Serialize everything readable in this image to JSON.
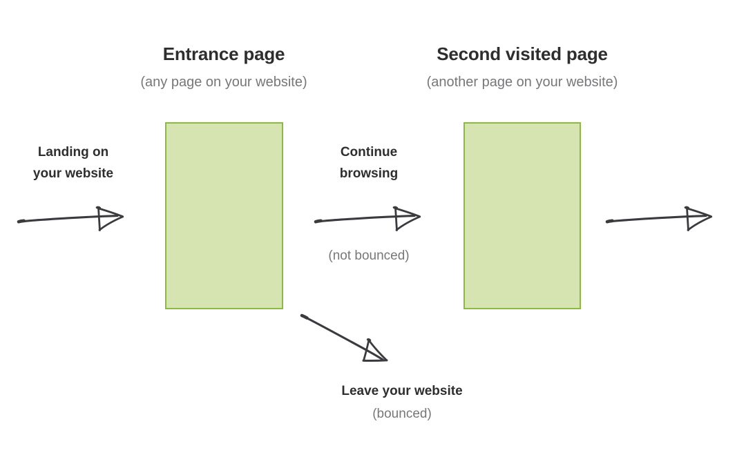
{
  "diagram": {
    "title_semantics": "bounce-rate-session-flow",
    "background_color": "#ffffff",
    "box_fill_color": "#d6e4b2",
    "box_border_color": "#8cba3f",
    "ink_color": "#3b3b3f",
    "heading_color": "#2e2e2e",
    "subtext_color": "#77777a"
  },
  "columns": [
    {
      "title": "Entrance page",
      "subtitle": "(any page on your website)"
    },
    {
      "title": "Second visited page",
      "subtitle": "(another page on your website)"
    }
  ],
  "flows": {
    "landing": {
      "label_line1": "Landing on",
      "label_line2": "your website",
      "icon": "arrow-right-icon"
    },
    "continue": {
      "label_line1": "Continue",
      "label_line2": "browsing",
      "sublabel": "(not bounced)",
      "icon": "arrow-right-icon"
    },
    "leave": {
      "label": "Leave your website",
      "sublabel": "(bounced)",
      "icon": "arrow-down-right-icon"
    },
    "exit": {
      "icon": "arrow-right-icon"
    }
  }
}
